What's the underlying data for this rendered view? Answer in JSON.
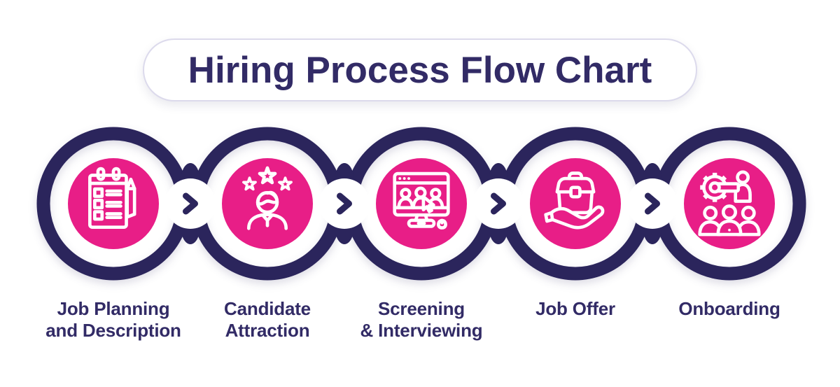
{
  "title": "Hiring Process Flow Chart",
  "colors": {
    "navy": "#2b255c",
    "pink": "#e81e87",
    "text_navy": "#322b66",
    "pill_border": "#dcdaec",
    "background": "#ffffff",
    "icon_stroke": "#ffffff"
  },
  "steps": [
    {
      "label": "Job Planning and Description",
      "line1": "Job Planning",
      "line2": "and Description",
      "icon": "clipboard-checklist-icon"
    },
    {
      "label": "Candidate Attraction",
      "line1": "Candidate",
      "line2": "Attraction",
      "icon": "star-candidate-icon"
    },
    {
      "label": "Screening & Interviewing",
      "line1": "Screening",
      "line2": "& Interviewing",
      "icon": "screening-monitor-icon"
    },
    {
      "label": "Job Offer",
      "line1": "Job Offer",
      "line2": "",
      "icon": "briefcase-hand-icon"
    },
    {
      "label": "Onboarding",
      "line1": "Onboarding",
      "line2": "",
      "icon": "team-gear-icon"
    }
  ],
  "connector": {
    "icon": "chevron-right-icon",
    "count": 4
  }
}
